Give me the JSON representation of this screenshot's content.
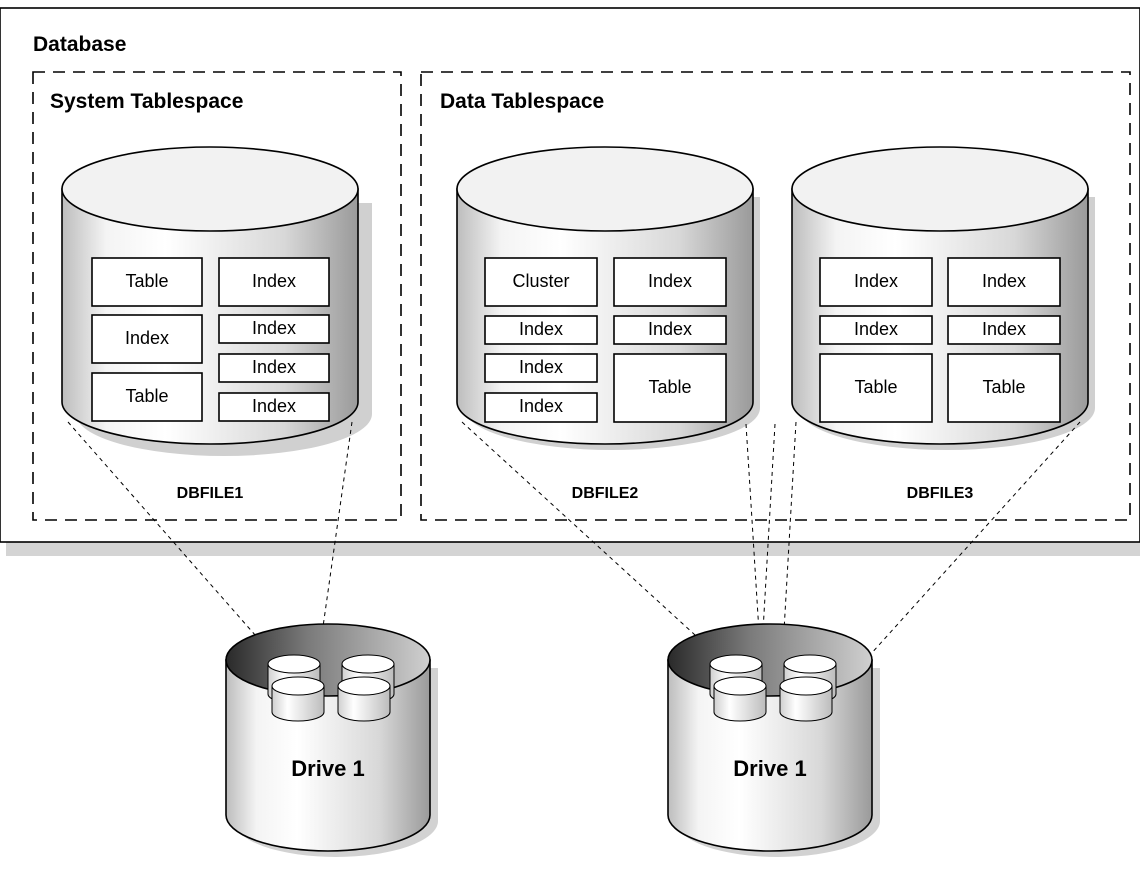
{
  "database": {
    "title": "Database"
  },
  "tablespaces": [
    {
      "title": "System Tablespace"
    },
    {
      "title": "Data Tablespace"
    }
  ],
  "datafiles": [
    {
      "label": "DBFILE1",
      "segments": [
        "Table",
        "Index",
        "Index",
        "Index",
        "Table",
        "Index",
        "Index"
      ]
    },
    {
      "label": "DBFILE2",
      "segments": [
        "Cluster",
        "Index",
        "Index",
        "Index",
        "Index",
        "Table",
        "Index"
      ]
    },
    {
      "label": "DBFILE3",
      "segments": [
        "Index",
        "Index",
        "Index",
        "Index",
        "Table",
        "Table"
      ]
    }
  ],
  "drives": [
    {
      "label": "Drive 1"
    },
    {
      "label": "Drive 1"
    }
  ],
  "colors": {
    "cylinder_shade": "#c8c8c8",
    "shadow": "#d2d2d2",
    "drive_inner": "#444444"
  }
}
